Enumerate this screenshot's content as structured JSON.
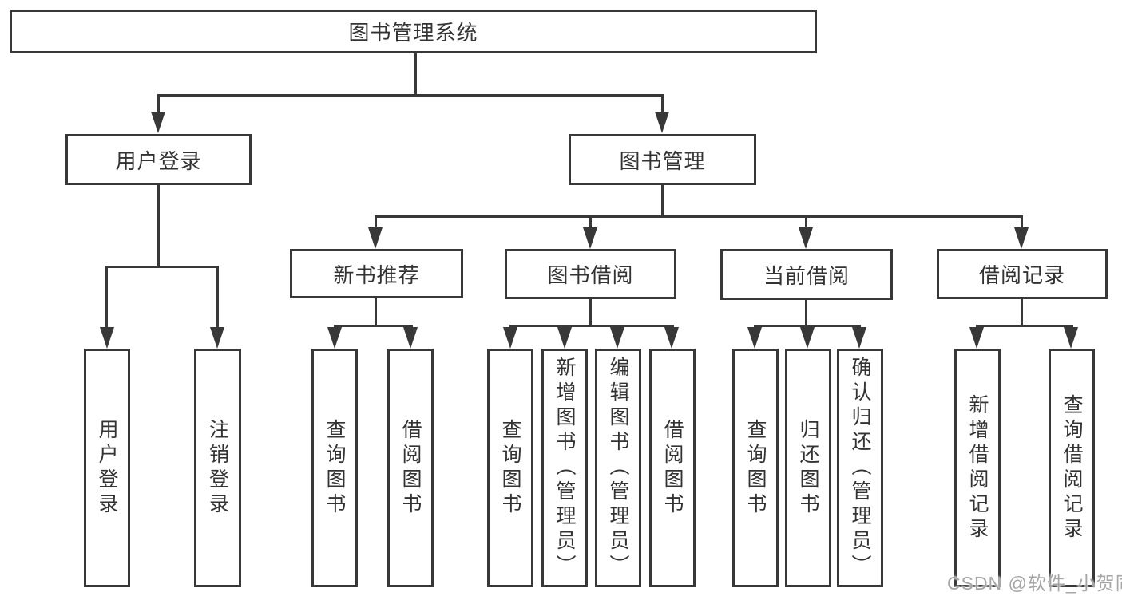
{
  "diagram": {
    "root": {
      "label": "图书管理系统"
    },
    "level1": [
      {
        "label": "用户登录"
      },
      {
        "label": "图书管理"
      }
    ],
    "level2": [
      {
        "label": "新书推荐"
      },
      {
        "label": "图书借阅"
      },
      {
        "label": "当前借阅"
      },
      {
        "label": "借阅记录"
      }
    ],
    "leaves": [
      {
        "label": "用户登录"
      },
      {
        "label": "注销登录"
      },
      {
        "label": "查询图书"
      },
      {
        "label": "借阅图书"
      },
      {
        "label": "查询图书"
      },
      {
        "label": "新增图书（管理员）"
      },
      {
        "label": "编辑图书（管理员）"
      },
      {
        "label": "借阅图书"
      },
      {
        "label": "查询图书"
      },
      {
        "label": "归还图书"
      },
      {
        "label": "确认归还（管理员）"
      },
      {
        "label": "新增借阅记录"
      },
      {
        "label": "查询借阅记录"
      }
    ]
  },
  "watermark": {
    "text": "CSDN @软件_小贺同学"
  },
  "colors": {
    "line": "#383838",
    "box_border": "#383838",
    "box_fill": "#ffffff",
    "text": "#333333",
    "watermark": "#a6a6a6",
    "background": "#ffffff"
  }
}
